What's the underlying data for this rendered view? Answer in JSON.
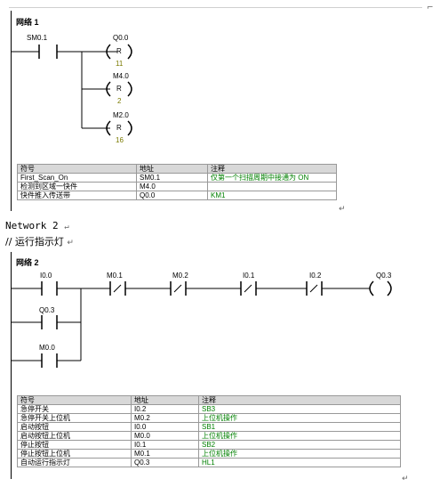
{
  "network1": {
    "title": "网络 1",
    "contact": "SM0.1",
    "coils": [
      {
        "addr": "Q0.0",
        "op": "R",
        "count": "11"
      },
      {
        "addr": "M4.0",
        "op": "R",
        "count": "2"
      },
      {
        "addr": "M2.0",
        "op": "R",
        "count": "16"
      }
    ],
    "table": {
      "headers": [
        "符号",
        "地址",
        "注释"
      ],
      "rows": [
        [
          "First_Scan_On",
          "SM0.1",
          "仅第一个扫描周期中接通为 ON"
        ],
        [
          "检测到区域一快件",
          "M4.0",
          ""
        ],
        [
          "快件推入传送带",
          "Q0.0",
          "KM1"
        ]
      ]
    }
  },
  "between": {
    "line1": "Network 2",
    "line2": "// 运行指示灯"
  },
  "network2": {
    "title": "网络 2",
    "contacts": {
      "i00": "I0.0",
      "m01": "M0.1",
      "m02": "M0.2",
      "i01": "I0.1",
      "i02": "I0.2",
      "q03_coil": "Q0.3",
      "q03": "Q0.3",
      "m00": "M0.0"
    },
    "table": {
      "headers": [
        "符号",
        "地址",
        "注释"
      ],
      "rows": [
        [
          "急停开关",
          "I0.2",
          "SB3"
        ],
        [
          "急停开关上位机",
          "M0.2",
          "上位机操作"
        ],
        [
          "启动按钮",
          "I0.0",
          "SB1"
        ],
        [
          "启动按钮上位机",
          "M0.0",
          "上位机操作"
        ],
        [
          "停止按钮",
          "I0.1",
          "SB2"
        ],
        [
          "停止按钮上位机",
          "M0.1",
          "上位机操作"
        ],
        [
          "自动运行指示灯",
          "Q0.3",
          "HL1"
        ]
      ]
    }
  },
  "marks": {
    "return": "↵",
    "corner": "⌐"
  }
}
